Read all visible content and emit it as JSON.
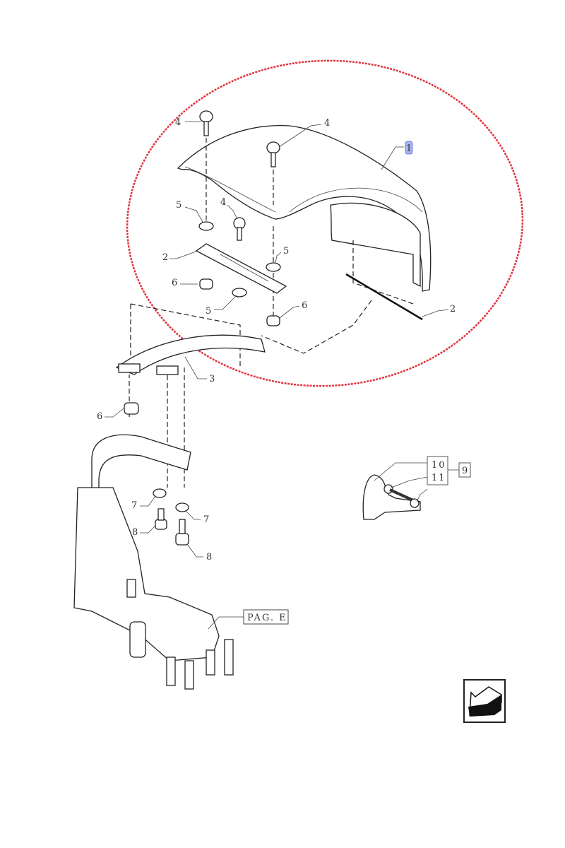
{
  "callouts": {
    "bolt_top_left": "4",
    "bolt_top_mid": "4",
    "fender_highlighted": "1",
    "washer_left": "5",
    "bolt_mid": "4",
    "bracket_plate": "2",
    "washer_right": "5",
    "nut_left": "6",
    "washer_lower": "5",
    "nut_right": "6",
    "stay_right": "2",
    "stay_lower": "3",
    "nut_bottom": "6",
    "washer_7_left": "7",
    "washer_7_right": "7",
    "screw_8_left": "8",
    "screw_8_right": "8"
  },
  "reference_box": "PAG. E",
  "detail": {
    "item_10": "10",
    "item_11": "11",
    "group": "9"
  },
  "colors": {
    "highlight_circle": "#e0343c",
    "highlight_label": "#a9b4ef"
  },
  "nav_icon": "page-back-arrow-icon"
}
